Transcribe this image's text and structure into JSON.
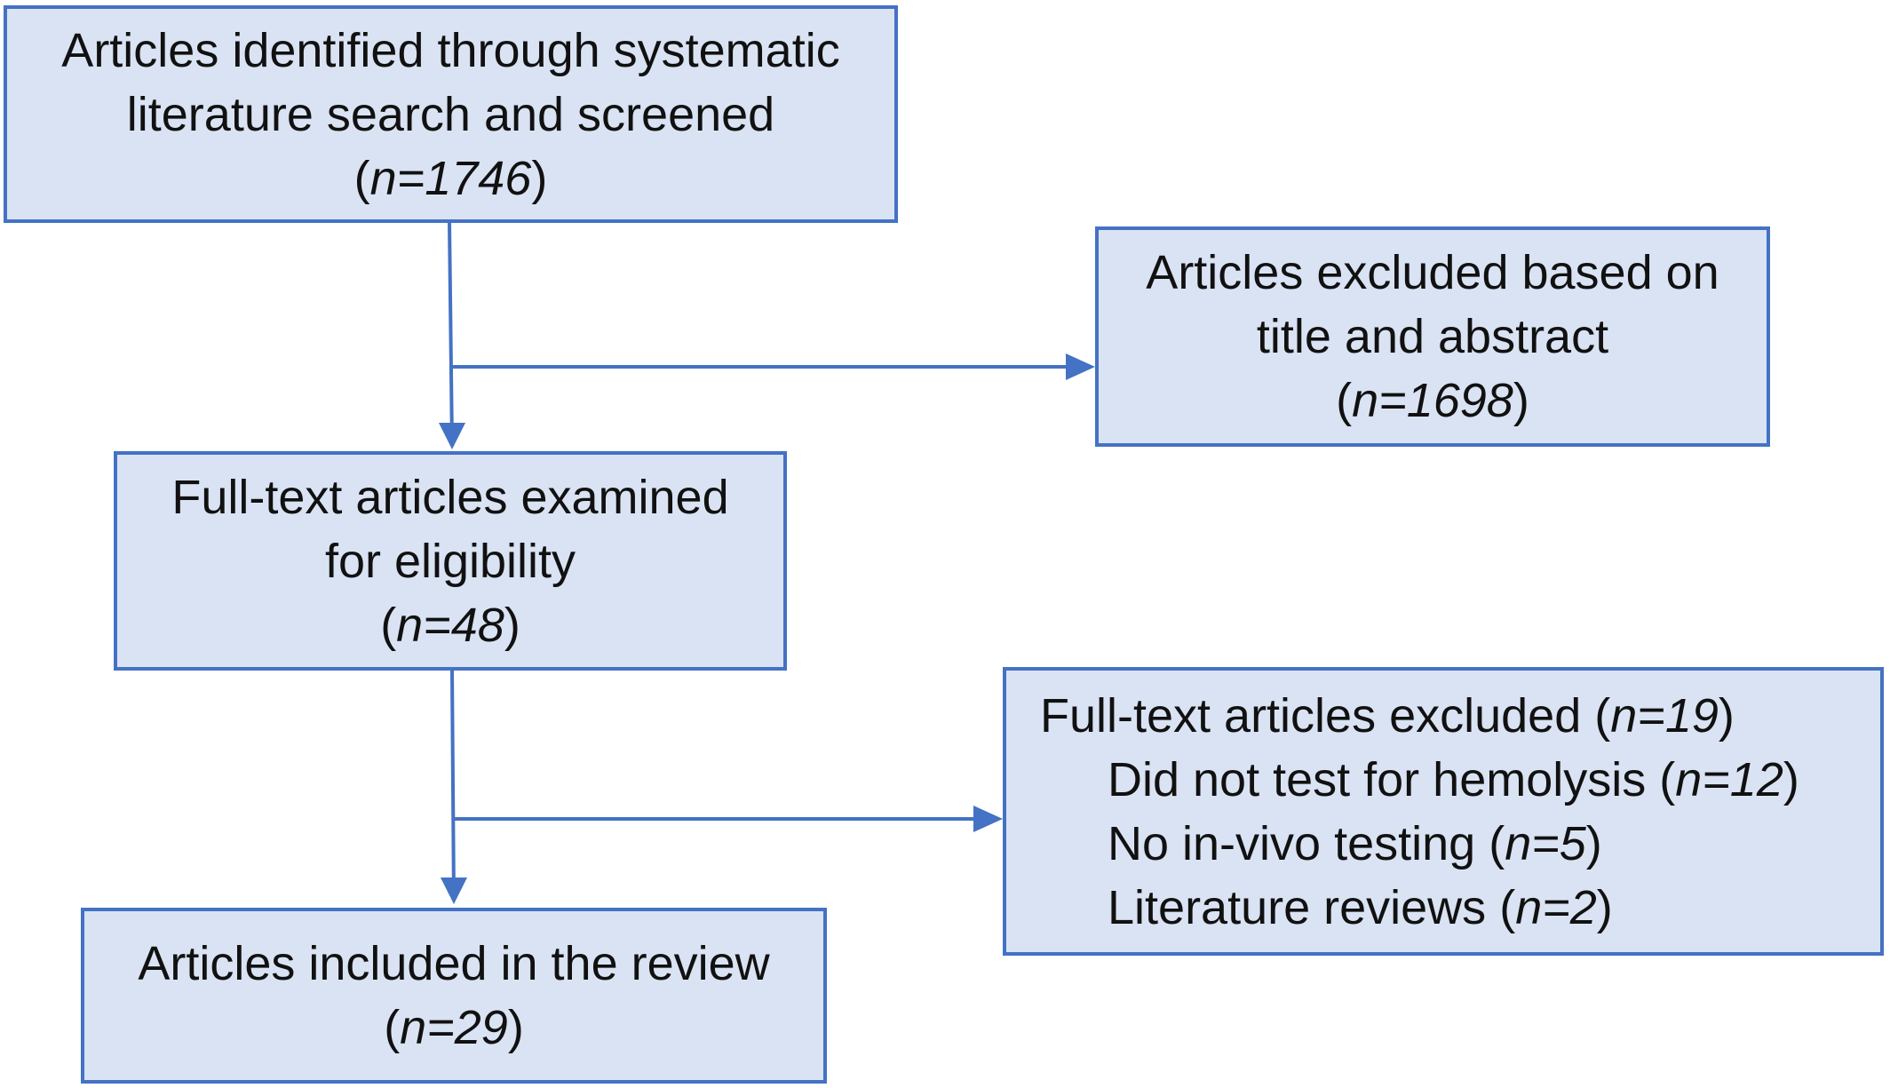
{
  "colors": {
    "box_fill": "#dae3f3",
    "box_border": "#4472c4",
    "arrow": "#4472c4",
    "text": "#111111"
  },
  "boxes": {
    "identified": {
      "lines": [
        "Articles identified through systematic",
        "literature search and screened"
      ],
      "count": "n=1746"
    },
    "excluded_title": {
      "lines": [
        "Articles excluded based on",
        "title and abstract"
      ],
      "count": "n=1698"
    },
    "fulltext": {
      "lines": [
        "Full-text articles examined",
        "for eligibility"
      ],
      "count": "n=48"
    },
    "fulltext_excluded": {
      "title": "Full-text articles excluded",
      "count": "n=19",
      "reasons": [
        {
          "label": "Did not test for hemolysis",
          "count": "n=12"
        },
        {
          "label": "No in-vivo testing",
          "count": "n=5"
        },
        {
          "label": "Literature reviews",
          "count": "n=2"
        }
      ]
    },
    "included": {
      "lines": [
        "Articles included in the review"
      ],
      "count": "n=29"
    }
  }
}
